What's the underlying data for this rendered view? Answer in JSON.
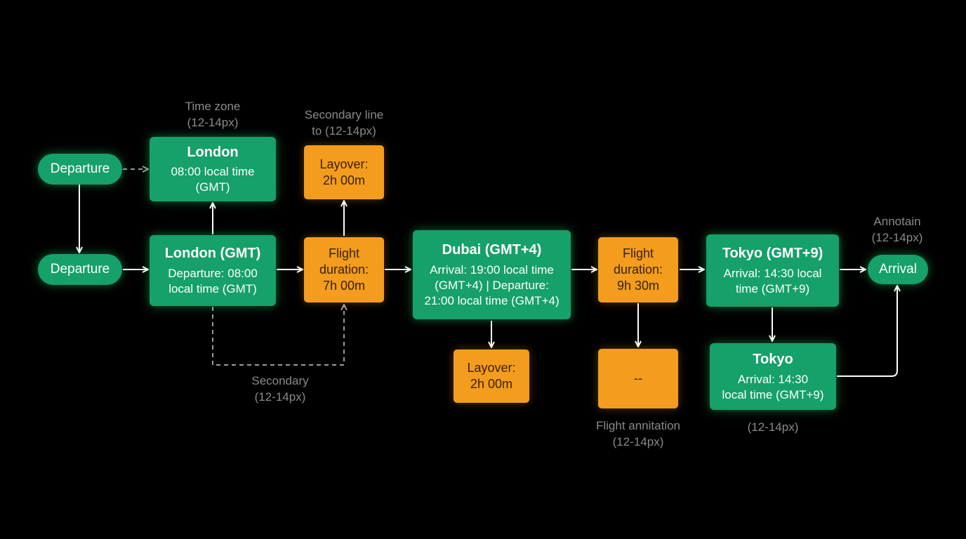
{
  "nodes": {
    "departure_top": "Departure",
    "departure_main": "Departure",
    "london_top": {
      "title": "London",
      "line1": "08:00 local time",
      "line2": "(GMT)"
    },
    "london_main": {
      "title": "London (GMT)",
      "line1": "Departure: 08:00",
      "line2": "local time (GMT)"
    },
    "layover_top": {
      "line1": "Layover:",
      "line2": "2h 00m"
    },
    "flight1": {
      "line1": "Flight",
      "line2": "duration:",
      "line3": "7h 00m"
    },
    "dubai": {
      "title": "Dubai (GMT+4)",
      "line1": "Arrival: 19:00 local time",
      "line2": "(GMT+4) | Departure:",
      "line3": "21:00 local time (GMT+4)"
    },
    "layover_bottom": {
      "line1": "Layover:",
      "line2": "2h 00m"
    },
    "flight2": {
      "line1": "Flight",
      "line2": "duration:",
      "line3": "9h 30m"
    },
    "placeholder": "--",
    "tokyo_main": {
      "title": "Tokyo (GMT+9)",
      "line1": "Arrival: 14:30 local",
      "line2": "time (GMT+9)"
    },
    "tokyo_bottom": {
      "title": "Tokyo",
      "line1": "Arrival: 14:30",
      "line2": "local time (GMT+9)"
    },
    "arrival": "Arrival"
  },
  "annotations": {
    "time_zone": {
      "line1": "Time zone",
      "line2": "(12-14px)"
    },
    "secondary_line": {
      "line1": "Secondary line",
      "line2": "to (12-14px)"
    },
    "secondary": {
      "line1": "Secondary",
      "line2": "(12-14px)"
    },
    "flight_annotation": {
      "line1": "Flight annitation",
      "line2": "(12-14px)"
    },
    "tokyo_note": {
      "line1": "(12-14px)"
    },
    "annotain": {
      "line1": "Annotain",
      "line2": "(12-14px)"
    }
  },
  "colors": {
    "background": "#000000",
    "green_node": "#16a06a",
    "orange_node": "#f39c1d",
    "arrow": "#ffffff",
    "dashed_arrow": "#9a9a9a",
    "annotation_text": "#8a8a8a"
  }
}
